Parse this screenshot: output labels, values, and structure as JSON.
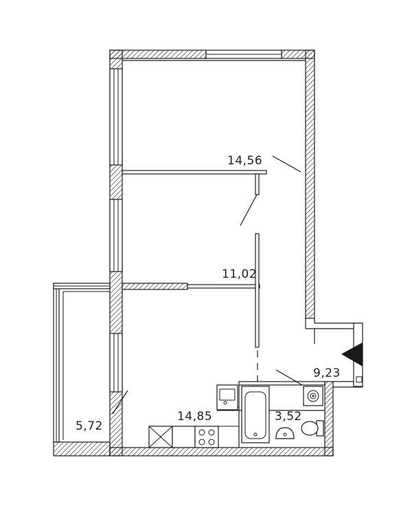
{
  "rooms": [
    {
      "id": "room-top",
      "area": "14,56"
    },
    {
      "id": "room-middle",
      "area": "11,02"
    },
    {
      "id": "hallway",
      "area": "9,23"
    },
    {
      "id": "bathroom",
      "area": "3,52"
    },
    {
      "id": "kitchen",
      "area": "14,85"
    },
    {
      "id": "balcony",
      "area": "5,72"
    }
  ],
  "entrance_marker_color": "#1a1a1a",
  "wall_hatch_color": "#1a1a1a"
}
